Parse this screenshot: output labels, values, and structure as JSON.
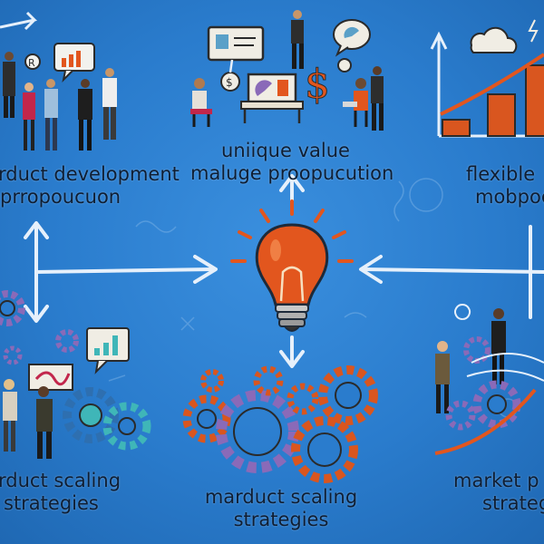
{
  "labels": {
    "top_left": {
      "line1": "rduct development",
      "line2": "prropoucuon"
    },
    "top_center": {
      "line1": "uniique value",
      "line2": "maluge proopucution"
    },
    "top_right": {
      "line1": "flexible",
      "line2": "mobpoc"
    },
    "bottom_left": {
      "line1": "rduct scaling",
      "line2": "strategies"
    },
    "bottom_center": {
      "line1": "marduct scaling",
      "line2": "strategies"
    },
    "bottom_right": {
      "line1": "market p",
      "line2": "strateg"
    }
  },
  "colors": {
    "background": "#2a7ccd",
    "chalk": "#e6f0fb",
    "bulb_orange": "#e2561e",
    "gear_orange": "#d9561f",
    "gear_purple": "#8a6ab8",
    "gear_teal": "#3fb6b8",
    "text": "#0f1e33"
  },
  "icons": [
    "lightbulb-icon",
    "gear-icon",
    "bar-chart-icon",
    "cloud-icon",
    "dollar-icon",
    "speech-bubble-icon"
  ]
}
